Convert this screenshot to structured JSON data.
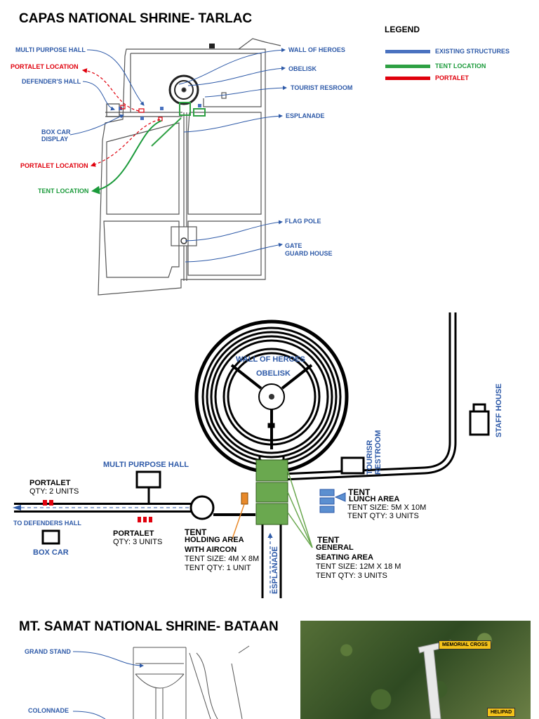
{
  "top": {
    "title": "CAPAS NATIONAL SHRINE- TARLAC",
    "legend": {
      "title": "LEGEND",
      "items": [
        {
          "label": "EXISTING STRUCTURES",
          "color": "#4a72c0"
        },
        {
          "label": "TENT LOCATION",
          "color": "#2ea043"
        },
        {
          "label": "PORTALET",
          "color": "#e0000c"
        }
      ]
    },
    "labels": {
      "multi_purpose_hall": "MULTI PURPOSE HALL",
      "portalet_location_1": "PORTALET LOCATION",
      "defenders_hall": "DEFENDER'S HALL",
      "box_car_display": "BOX CAR\nDISPLAY",
      "portalet_location_2": "PORTALET LOCATION",
      "tent_location": "TENT LOCATION",
      "wall_of_heroes": "WALL OF HEROES",
      "obelisk": "OBELISK",
      "tourist_restroom": "TOURIST RESROOM",
      "esplanade": "ESPLANADE",
      "flag_pole": "FLAG POLE",
      "gate_guard_house": "GATE\nGUARD HOUSE"
    }
  },
  "middle": {
    "wall_of_heroes": "WALL OF HEROES",
    "obelisk": "OBELISK",
    "staff_house": "STAFF HOUSE",
    "tourist_restroom": "TOURISR\nRESTROOM",
    "multi_purpose_hall": "MULTI PURPOSE HALL",
    "portalet_1_title": "PORTALET",
    "portalet_1_qty": "QTY: 2 UNITS",
    "to_defenders_hall": "TO DEFENDERS HALL",
    "portalet_2_title": "PORTALET",
    "portalet_2_qty": "QTY: 3 UNITS",
    "box_car": "BOX CAR",
    "tent_lunch_title": "TENT",
    "tent_lunch_sub": "LUNCH AREA",
    "tent_lunch_size": "TENT SIZE: 5M X 10M",
    "tent_lunch_qty": "TENT QTY: 3 UNITS",
    "tent_holding_title": "TENT",
    "tent_holding_sub1": "HOLDING AREA",
    "tent_holding_sub2": "WITH AIRCON",
    "tent_holding_size": "TENT SIZE: 4M X 8M",
    "tent_holding_qty": "TENT QTY: 1 UNIT",
    "esplanade": "ESPLANADE",
    "tent_general_title": "TENT",
    "tent_general_sub1": "GENERAL",
    "tent_general_sub2": "SEATING AREA",
    "tent_general_size": "TENT SIZE: 12M X 18 M",
    "tent_general_qty": "TENT QTY: 3 UNITS"
  },
  "bottom": {
    "title": "MT. SAMAT NATIONAL SHRINE- BATAAN",
    "grand_stand": "GRAND STAND",
    "colonnade": "COLONNADE",
    "memorial_cross": "MEMORIAL CROSS",
    "helipad": "HELIPAD"
  }
}
